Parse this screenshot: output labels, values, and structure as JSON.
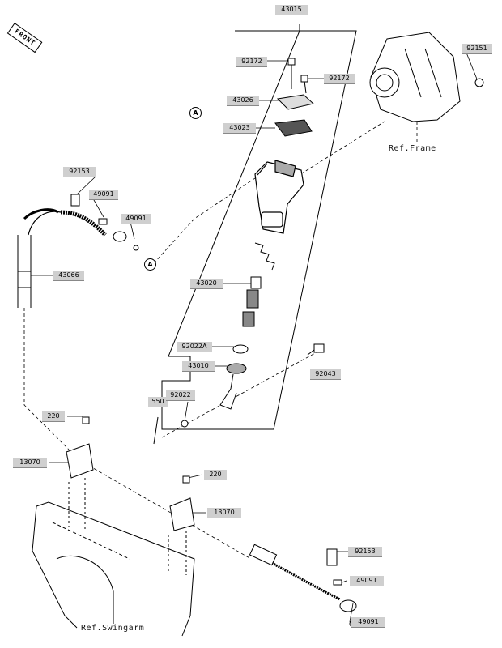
{
  "orientation": {
    "front_label": "FRONT"
  },
  "assembly": {
    "label": "43015"
  },
  "parts": {
    "p92172a": "92172",
    "p92172b": "92172",
    "p43026": "43026",
    "p43023": "43023",
    "p43020": "43020",
    "p92022a": "92022A",
    "p43010": "43010",
    "p92022": "92022",
    "p550": "550",
    "p92043": "92043",
    "p92151": "92151",
    "p92153_top": "92153",
    "p49091_top": "49091",
    "p49091_mid": "49091",
    "p43066": "43066",
    "p220_left": "220",
    "p13070_left": "13070",
    "p220_right": "220",
    "p13070_right": "13070",
    "p92153_bot": "92153",
    "p49091_bot1": "49091",
    "p49091_bot2": "49091"
  },
  "callouts": {
    "a_top": "A",
    "a_bottom": "A"
  },
  "references": {
    "frame": "Ref.Frame",
    "swingarm": "Ref.Swingarm"
  }
}
